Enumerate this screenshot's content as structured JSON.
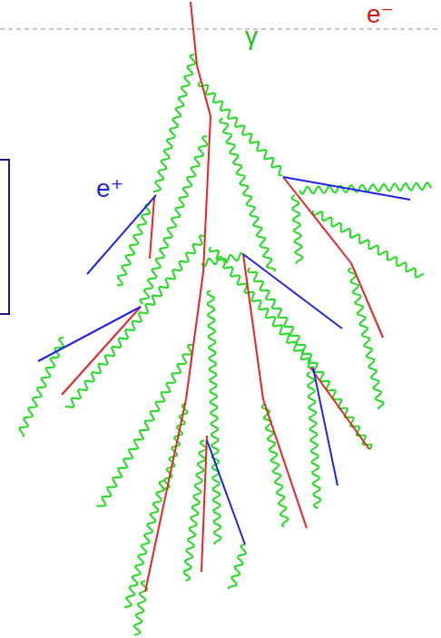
{
  "diagram": {
    "labels": [
      "e⁻",
      "γ",
      "e⁺"
    ]
  }
}
